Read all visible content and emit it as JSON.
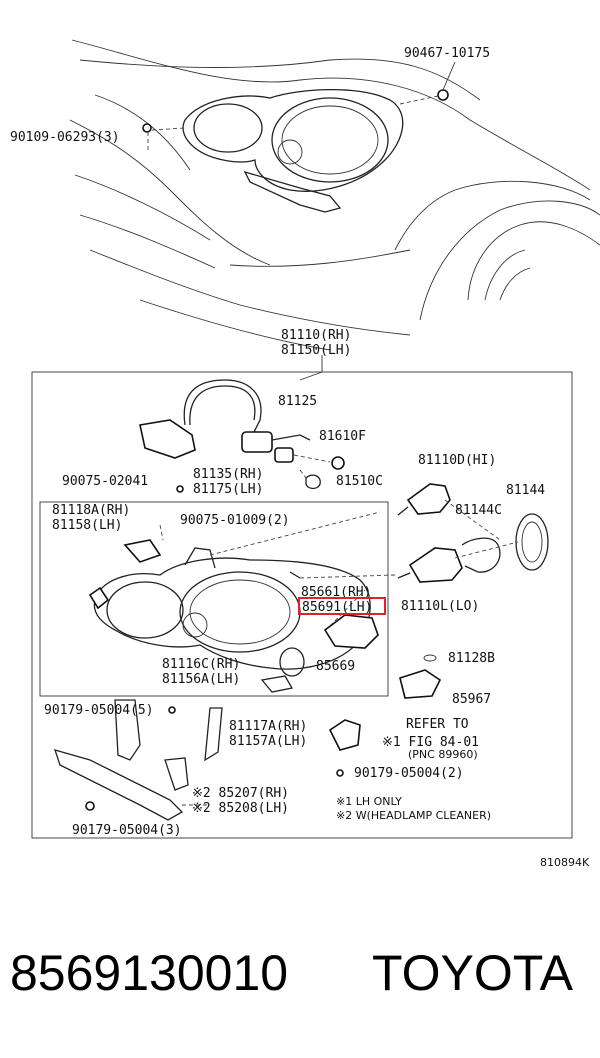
{
  "diagram": {
    "callouts": {
      "p90467": "90467-10175",
      "p90109": "90109-06293(3)",
      "assy_rh": "81110(RH)",
      "assy_lh": "81150(LH)",
      "p81125": "81125",
      "p81610f": "81610F",
      "p90075a": "90075-02041",
      "p81135": "81135(RH)",
      "p81175": "81175(LH)",
      "p81510c": "81510C",
      "p81110d": "81110D(HI)",
      "p81144": "81144",
      "p81118a": "81118A(RH)",
      "p81158": "81158(LH)",
      "p90075b": "90075-01009(2)",
      "p81144c": "81144C",
      "p85661": "85661(RH)",
      "p85691": "85691(LH)",
      "p81110l": "81110L(LO)",
      "p81116c": "81116C(RH)",
      "p81156a": "81156A(LH)",
      "p85669": "85669",
      "p81128b": "81128B",
      "p85967": "85967",
      "p90179a": "90179-05004(5)",
      "p81117a": "81117A(RH)",
      "p81157a": "81157A(LH)",
      "refer1": "REFER TO",
      "refer2": "※1 FIG 84-01",
      "refer3": "(PNC 89960)",
      "p90179b": "90179-05004(2)",
      "p85207": "※2 85207(RH)",
      "p85208": "※2 85208(LH)",
      "note1": "※1 LH ONLY",
      "note2": "※2 W(HEADLAMP CLEANER)",
      "p90179c": "90179-05004(3)",
      "figure_code": "810894K"
    }
  },
  "caption": {
    "part_number": "8569130010",
    "brand": "TOYOTA"
  },
  "colors": {
    "highlight": "#e0202a",
    "ink": "#111111"
  }
}
